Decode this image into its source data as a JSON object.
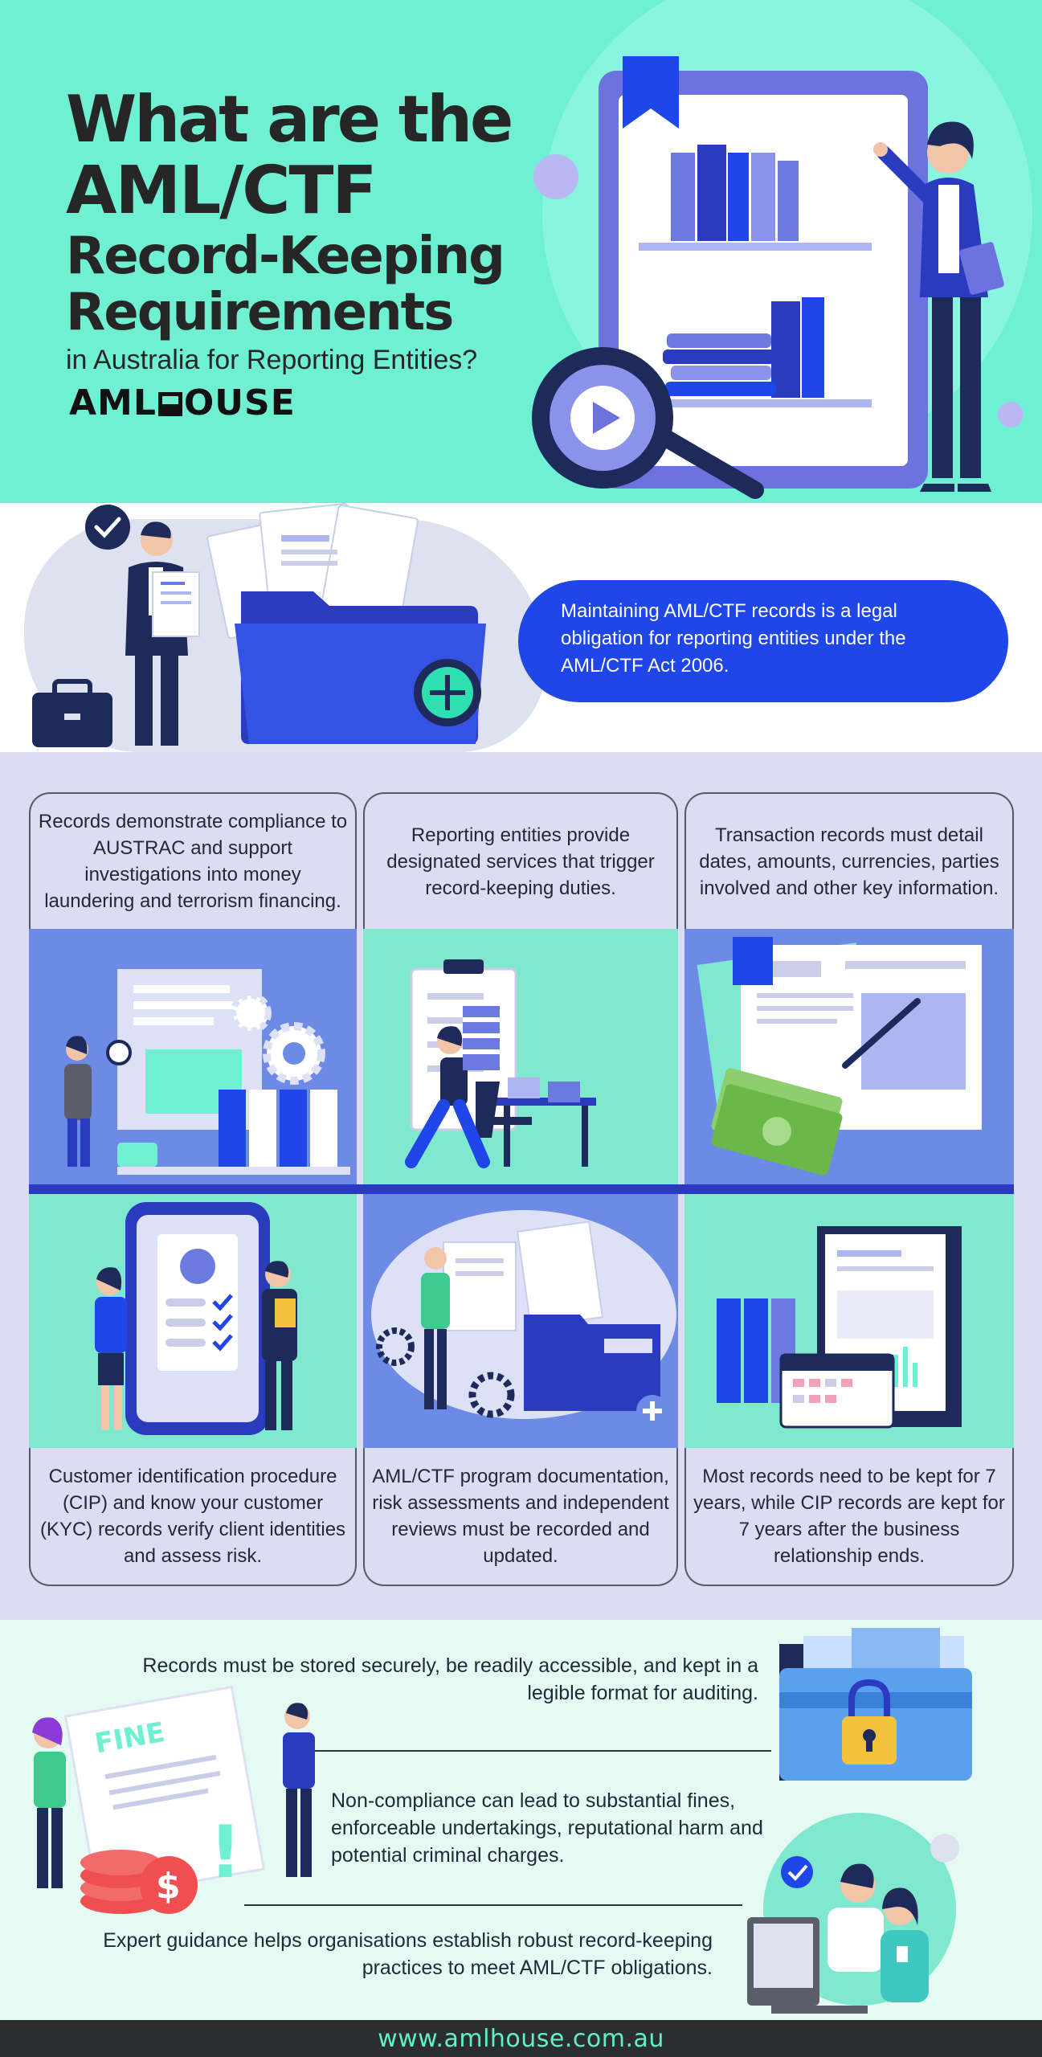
{
  "hero": {
    "title_line1": "What are the",
    "title_line2": "AML/CTF",
    "title_line3": "Record-Keeping",
    "title_line4": "Requirements",
    "subtitle": "in Australia for Reporting Entities?",
    "brand_left": "AML",
    "brand_right": "OUSE"
  },
  "intro": {
    "text": "Maintaining AML/CTF records is a legal obligation for reporting entities under the AML/CTF Act 2006."
  },
  "grid": {
    "top_captions": [
      "Records demonstrate compliance to AUSTRAC and support investigations into money laundering and terrorism financing.",
      "Reporting entities provide designated services that trigger record-keeping duties.",
      "Transaction records must detail dates, amounts, currencies, parties involved and other key information."
    ],
    "bottom_captions": [
      "Customer identification procedure (CIP) and know your customer (KYC) records verify client identities and assess risk.",
      "AML/CTF program documentation, risk assessments and independent reviews must be recorded and updated.",
      "Most records need to be kept for 7 years, while CIP records are kept for 7 years after the business relationship ends."
    ]
  },
  "bottom": {
    "point1": "Records must be stored securely, be readily accessible, and kept in a legible format for auditing.",
    "point2": "Non-compliance can lead to substantial fines, enforceable undertakings, reputational harm and potential criminal charges.",
    "point3": "Expert guidance helps organisations establish robust record-keeping practices to meet AML/CTF obligations.",
    "fine_label": "FINE",
    "dollar_sign": "$",
    "exclaim": "!"
  },
  "footer": {
    "url": "www.amlhouse.com.au"
  },
  "colors": {
    "mint": "#6ff0d3",
    "blue": "#1f46e8",
    "lavender": "#dcdcf2",
    "navy": "#1e2a5a",
    "footer_bg": "#2c2d2f",
    "footer_text": "#5ef0c8"
  }
}
